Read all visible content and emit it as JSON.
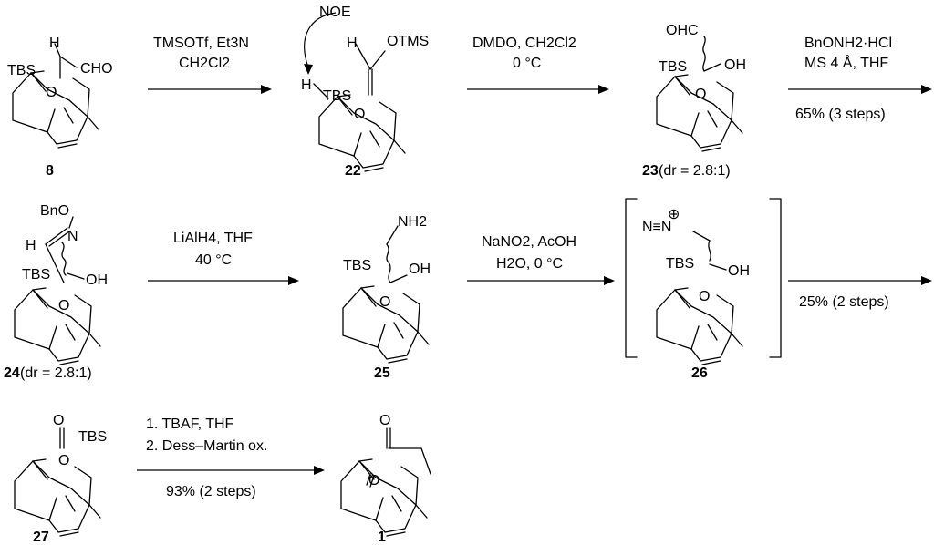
{
  "compounds": {
    "c8": {
      "id": "8"
    },
    "c22": {
      "id": "22"
    },
    "c23": {
      "id": "23",
      "note": "(dr = 2.8:1)"
    },
    "c24": {
      "id": "24",
      "note": "(dr = 2.8:1)"
    },
    "c25": {
      "id": "25"
    },
    "c26": {
      "id": "26"
    },
    "c27": {
      "id": "27"
    },
    "c1": {
      "id": "1"
    }
  },
  "labels": {
    "h": "H",
    "cho": "CHO",
    "tbs": "TBS",
    "o": "O",
    "otms": "OTMS",
    "noe": "NOE",
    "ohc": "OHC",
    "oh": "OH",
    "bno": "BnO",
    "n": "N",
    "nh2": "NH2",
    "n2plus": "N≡N",
    "plus": "⊕"
  },
  "steps": {
    "s1": {
      "line1": "TMSOTf, Et3N",
      "line2": "CH2Cl2"
    },
    "s2": {
      "line1": "DMDO, CH2Cl2",
      "line2": "0 °C"
    },
    "s3": {
      "line1": "BnONH2·HCl",
      "line2": "MS 4 Å, THF",
      "below": "65% (3 steps)"
    },
    "s4": {
      "line1": "LiAlH4, THF",
      "line2": "40 °C"
    },
    "s5": {
      "line1": "NaNO2, AcOH",
      "line2": "H2O, 0 °C"
    },
    "s6": {
      "below": "25% (2 steps)"
    },
    "s7": {
      "line1": "1. TBAF, THF",
      "line2": "2. Dess–Martin ox.",
      "below": "93% (2 steps)"
    }
  }
}
